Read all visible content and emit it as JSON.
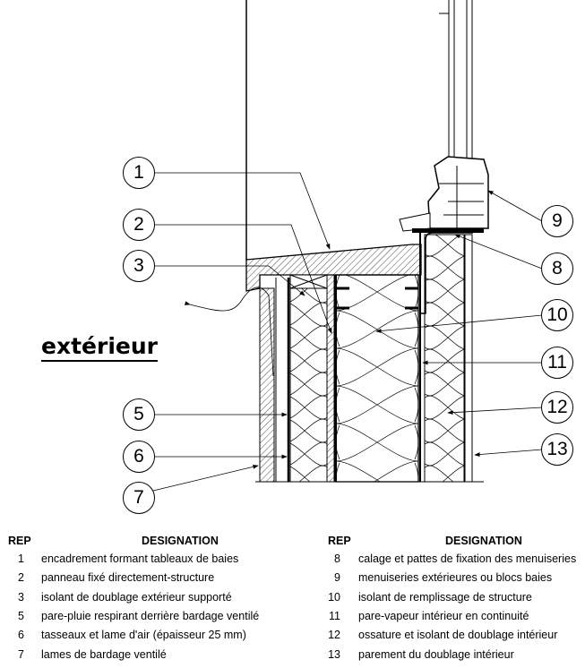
{
  "drawing": {
    "side_label": "extérieur",
    "callouts_left": [
      "1",
      "2",
      "3",
      "5",
      "6",
      "7"
    ],
    "callouts_right": [
      "9",
      "8",
      "10",
      "11",
      "12",
      "13"
    ]
  },
  "legend": {
    "rep_header": "REP",
    "designation_header": "DESIGNATION",
    "left": [
      {
        "rep": "1",
        "text": "encadrement formant tableaux de baies"
      },
      {
        "rep": "2",
        "text": "panneau fixé directement-structure"
      },
      {
        "rep": "3",
        "text": "isolant de doublage extérieur supporté"
      },
      {
        "rep": "5",
        "text": "pare-pluie respirant derrière bardage ventilé"
      },
      {
        "rep": "6",
        "text": "tasseaux et lame d'air (épaisseur 25 mm)"
      },
      {
        "rep": "7",
        "text": "lames de bardage ventilé"
      }
    ],
    "right": [
      {
        "rep": "8",
        "text": "calage et pattes de fixation des menuiseries"
      },
      {
        "rep": "9",
        "text": "menuiseries extérieures ou blocs baies"
      },
      {
        "rep": "10",
        "text": "isolant de remplissage de structure"
      },
      {
        "rep": "11",
        "text": "pare-vapeur intérieur en continuité"
      },
      {
        "rep": "12",
        "text": "ossature et isolant de doublage intérieur"
      },
      {
        "rep": "13",
        "text": "parement du doublage intérieur"
      }
    ]
  }
}
